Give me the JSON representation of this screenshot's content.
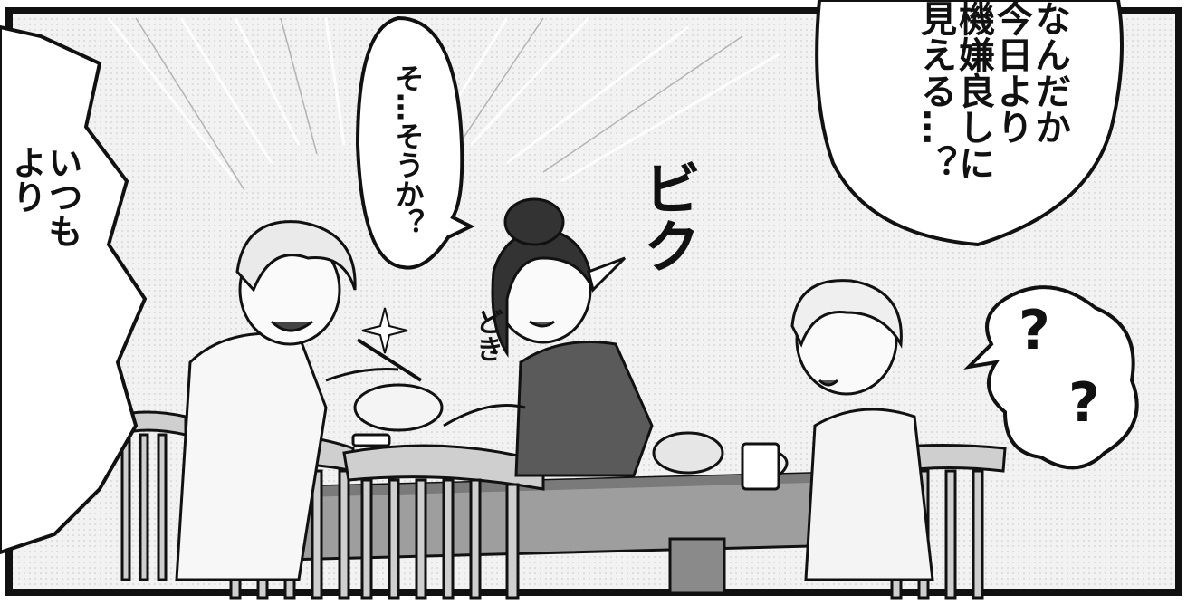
{
  "panel": {
    "bubble_left_text": "いつも\nより",
    "bubble_center_text": "そ…そうか？",
    "bubble_right_text": "なんだか\n今日より\n機嫌良しに\n見える…？",
    "sfx_biku": "ビク",
    "sfx_doki": "どき",
    "sfx_question_1": "?",
    "sfx_question_2": "?"
  },
  "colors": {
    "ink": "#111111",
    "paper": "#ffffff",
    "tone_light": "#e8e8e8",
    "tone_mid": "#bdbdbd",
    "tone_dark": "#555555"
  }
}
